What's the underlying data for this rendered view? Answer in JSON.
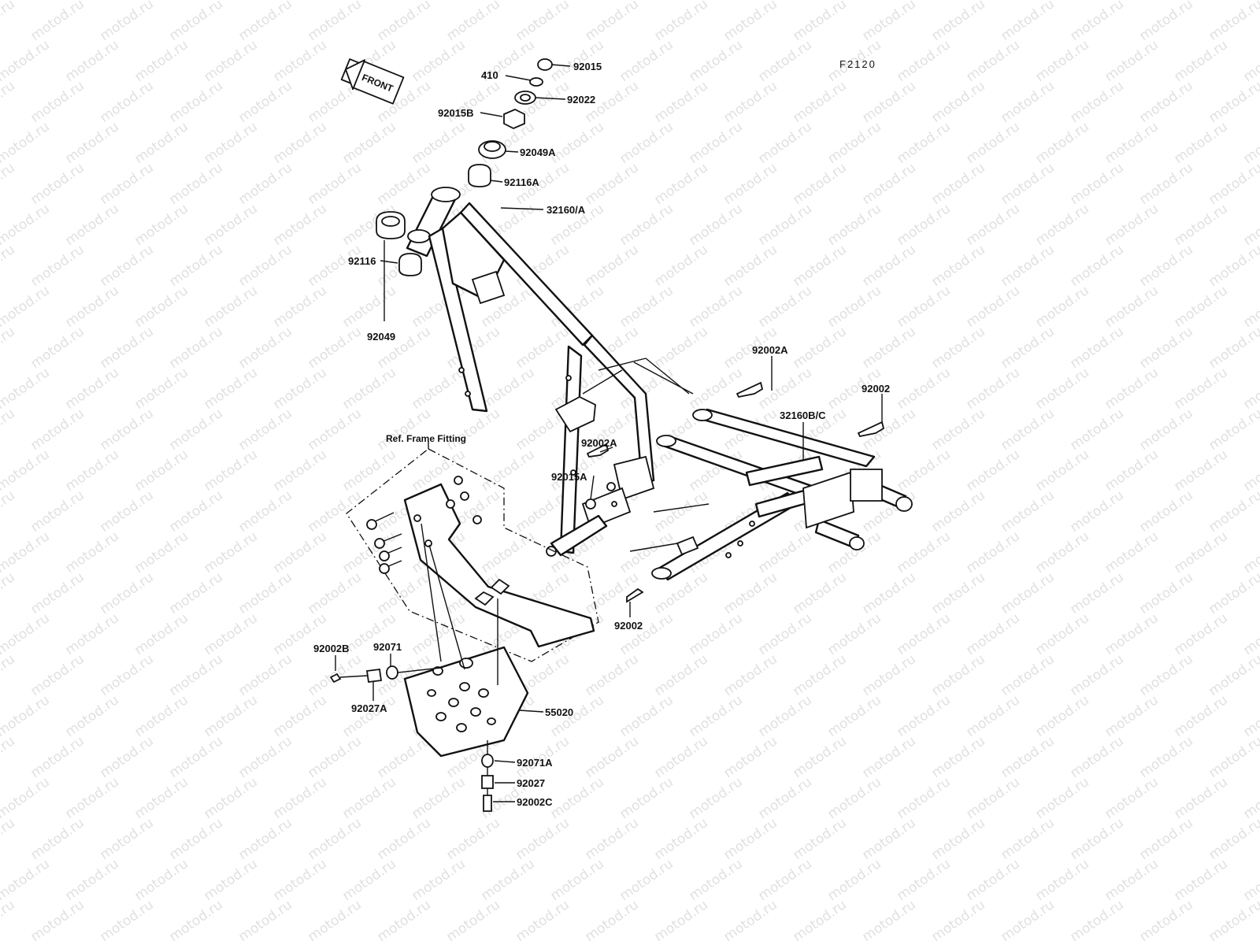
{
  "diagram_code": "F2120",
  "front_arrow": "FRONT",
  "watermark": "motod.ru",
  "ref_frame_fitting": "Ref. Frame Fitting",
  "parts": {
    "p92015": "92015",
    "p410": "410",
    "p92022": "92022",
    "p92015B": "92015B",
    "p92049A": "92049A",
    "p92116A": "92116A",
    "p92116": "92116",
    "p32160A": "32160/A",
    "p92049": "92049",
    "p92002A_top": "92002A",
    "p92002_right": "92002",
    "p32160BC": "32160B/C",
    "p92002A_mid": "92002A",
    "p92015A": "92015A",
    "p92002_bottom": "92002",
    "p92002B": "92002B",
    "p92071": "92071",
    "p92027A": "92027A",
    "p55020": "55020",
    "p92071A": "92071A",
    "p92027": "92027",
    "p92002C": "92002C"
  }
}
